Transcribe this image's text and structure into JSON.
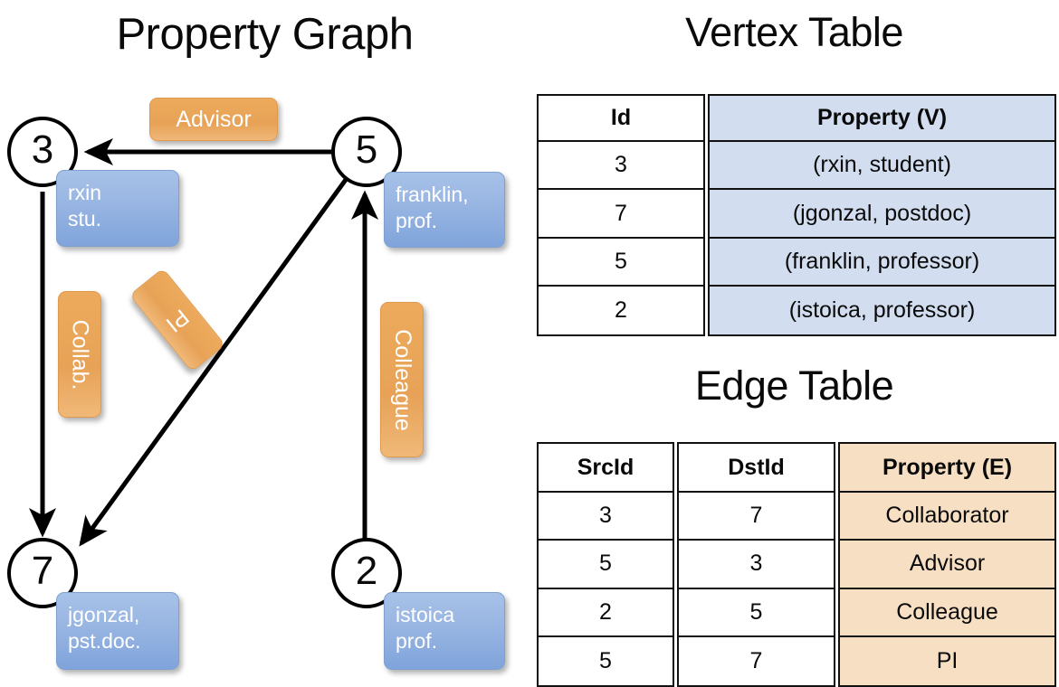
{
  "titles": {
    "property_graph": "Property Graph",
    "vertex_table": "Vertex Table",
    "edge_table": "Edge Table"
  },
  "colors": {
    "vertex_property_fill": "#d2ddef",
    "edge_property_fill": "#f7dfc4",
    "vertex_box_blue": "#98b5e2",
    "edge_label_orange": "#e9a558",
    "stroke": "#000000",
    "background": "#ffffff"
  },
  "graph": {
    "nodes": [
      {
        "id": "3",
        "property_line1": "rxin",
        "property_line2": "stu."
      },
      {
        "id": "5",
        "property_line1": "franklin,",
        "property_line2": "prof."
      },
      {
        "id": "7",
        "property_line1": "jgonzal,",
        "property_line2": "pst.doc."
      },
      {
        "id": "2",
        "property_line1": "istoica",
        "property_line2": "prof."
      }
    ],
    "edge_labels": [
      {
        "label": "Advisor",
        "orientation": "horizontal"
      },
      {
        "label": "Collab.",
        "orientation": "vertical"
      },
      {
        "label": "PI",
        "orientation": "diagonal"
      },
      {
        "label": "Colleague",
        "orientation": "vertical"
      }
    ],
    "edges": [
      {
        "src": "5",
        "dst": "3",
        "label": "Advisor"
      },
      {
        "src": "3",
        "dst": "7",
        "label": "Collab."
      },
      {
        "src": "5",
        "dst": "7",
        "label": "PI"
      },
      {
        "src": "2",
        "dst": "5",
        "label": "Colleague"
      }
    ]
  },
  "vertex_table": {
    "headers": [
      "Id",
      "Property (V)"
    ],
    "rows": [
      [
        "3",
        "(rxin, student)"
      ],
      [
        "7",
        "(jgonzal, postdoc)"
      ],
      [
        "5",
        "(franklin, professor)"
      ],
      [
        "2",
        "(istoica, professor)"
      ]
    ]
  },
  "edge_table": {
    "headers": [
      "SrcId",
      "DstId",
      "Property (E)"
    ],
    "rows": [
      [
        "3",
        "7",
        "Collaborator"
      ],
      [
        "5",
        "3",
        "Advisor"
      ],
      [
        "2",
        "5",
        "Colleague"
      ],
      [
        "5",
        "7",
        "PI"
      ]
    ]
  }
}
